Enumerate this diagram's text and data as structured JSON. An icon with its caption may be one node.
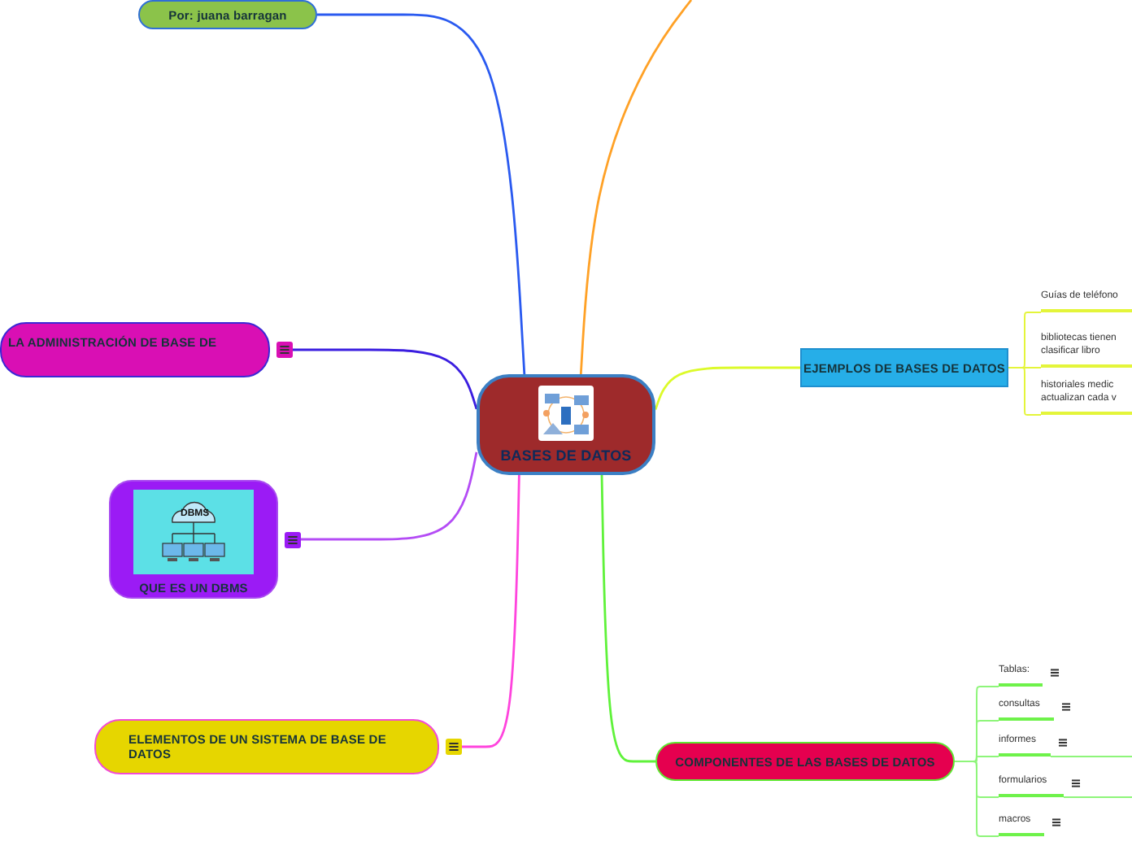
{
  "diagram": {
    "nodes": [
      {
        "text": [
          "BASES DE DATOS"
        ]
      },
      {
        "text": [
          "Por: juana barragan"
        ]
      },
      {
        "text": [
          "LA ADMINISTRACIÓN DE BASE DE"
        ]
      },
      {
        "text": [
          "QUE ES UN DBMS"
        ]
      },
      {
        "text": [
          "ELEMENTOS DE UN SISTEMA DE BASE DE DATOS"
        ]
      },
      {
        "text": [
          "EJEMPLOS DE BASES DE DATOS"
        ]
      },
      {
        "text": [
          "Guías de teléfono"
        ]
      },
      {
        "text": [
          "bibliotecas tienen clasificar libro"
        ]
      },
      {
        "text": [
          "historiales medic actualizan cada v"
        ]
      },
      {
        "text": [
          "COMPONENTES DE LAS BASES DE DATOS"
        ]
      },
      {
        "text": [
          "Tablas:"
        ]
      },
      {
        "text": [
          "consultas"
        ]
      },
      {
        "text": [
          "informes"
        ]
      },
      {
        "text": [
          "formularios"
        ]
      },
      {
        "text": [
          "macros"
        ]
      }
    ],
    "edges": [
      {
        "from": 0,
        "to": 1,
        "arrow": "none",
        "color": "#2a5af0"
      },
      {
        "from": 0,
        "to": 2,
        "arrow": "none",
        "color": "#3b1ee0"
      },
      {
        "from": 0,
        "to": 3,
        "arrow": "none",
        "color": "#b44cf5"
      },
      {
        "from": 0,
        "to": 4,
        "arrow": "none",
        "color": "#ff44dd"
      },
      {
        "from": 0,
        "to": 5,
        "arrow": "none",
        "color": "#dcfa2a"
      },
      {
        "from": 5,
        "to": 6,
        "arrow": "none",
        "color": "#e4f53a"
      },
      {
        "from": 5,
        "to": 7,
        "arrow": "none",
        "color": "#e4f53a"
      },
      {
        "from": 5,
        "to": 8,
        "arrow": "none",
        "color": "#e4f53a"
      },
      {
        "from": 0,
        "to": 9,
        "arrow": "none",
        "color": "#5ff23a"
      },
      {
        "from": 9,
        "to": 10,
        "arrow": "none",
        "color": "#8ef57a"
      },
      {
        "from": 9,
        "to": 11,
        "arrow": "none",
        "color": "#8ef57a"
      },
      {
        "from": 9,
        "to": 12,
        "arrow": "none",
        "color": "#8ef57a"
      },
      {
        "from": 9,
        "to": 13,
        "arrow": "none",
        "color": "#8ef57a"
      },
      {
        "from": 9,
        "to": 14,
        "arrow": "none",
        "color": "#8ef57a"
      },
      {
        "from": 0,
        "to": null,
        "arrow": "none",
        "color": "#ffa126"
      },
      {
        "from": 12,
        "to": null,
        "arrow": "none",
        "color": "#8ef57a"
      },
      {
        "from": 13,
        "to": null,
        "arrow": "none",
        "color": "#8ef57a"
      }
    ],
    "labels": [
      "DBMS"
    ]
  }
}
